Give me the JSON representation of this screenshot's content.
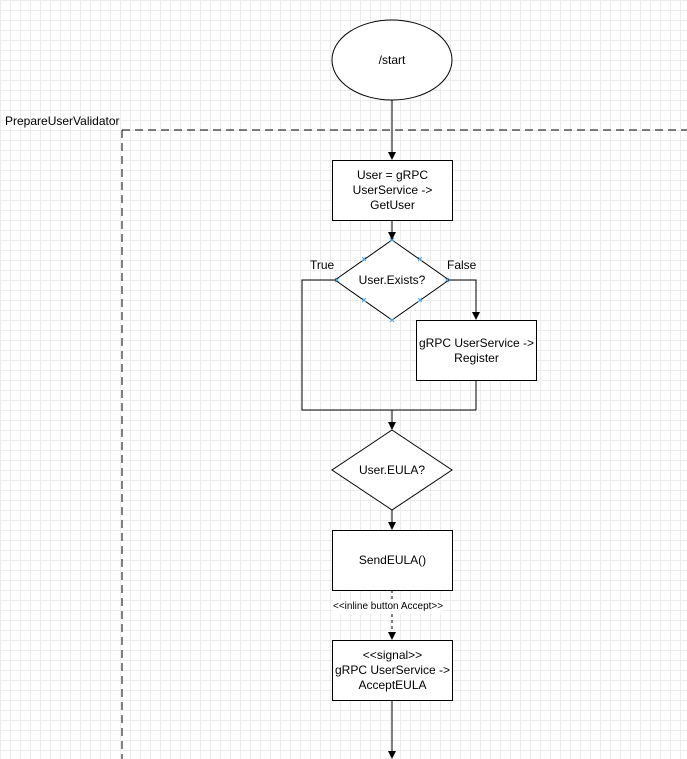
{
  "swimlane": {
    "title": "PrepareUserValidator"
  },
  "nodes": {
    "start": "/start",
    "get_user": "User = gRPC\nUserService ->\nGetUser",
    "exists_decision": "User.Exists?",
    "register": "gRPC UserService ->\nRegister",
    "eula_decision": "User.EULA?",
    "send_eula": "SendEULA()",
    "accept_eula": "<<signal>>\ngRPC UserService ->\nAcceptEULA"
  },
  "edges": {
    "true_label": "True",
    "false_label": "False",
    "inline_button_label": "<<inline button Accept>>"
  }
}
